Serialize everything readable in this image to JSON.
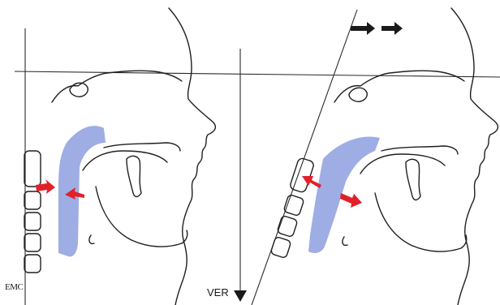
{
  "labels": {
    "vertical_axis": "VER",
    "logo": "EMC"
  },
  "colors": {
    "airway_fill": "#8e9fe0",
    "arrow_red": "#e2202a",
    "arrow_black": "#1a1a1a",
    "outline": "#1f1f1f"
  },
  "panels": [
    {
      "side": "left",
      "arrows": [
        "pointing-right-into-airway",
        "pointing-left-into-airway"
      ]
    },
    {
      "side": "right",
      "arrows": [
        "pointing-up-left",
        "pointing-down-right"
      ],
      "top_arrows": [
        "right-arrow",
        "right-arrow"
      ]
    }
  ]
}
